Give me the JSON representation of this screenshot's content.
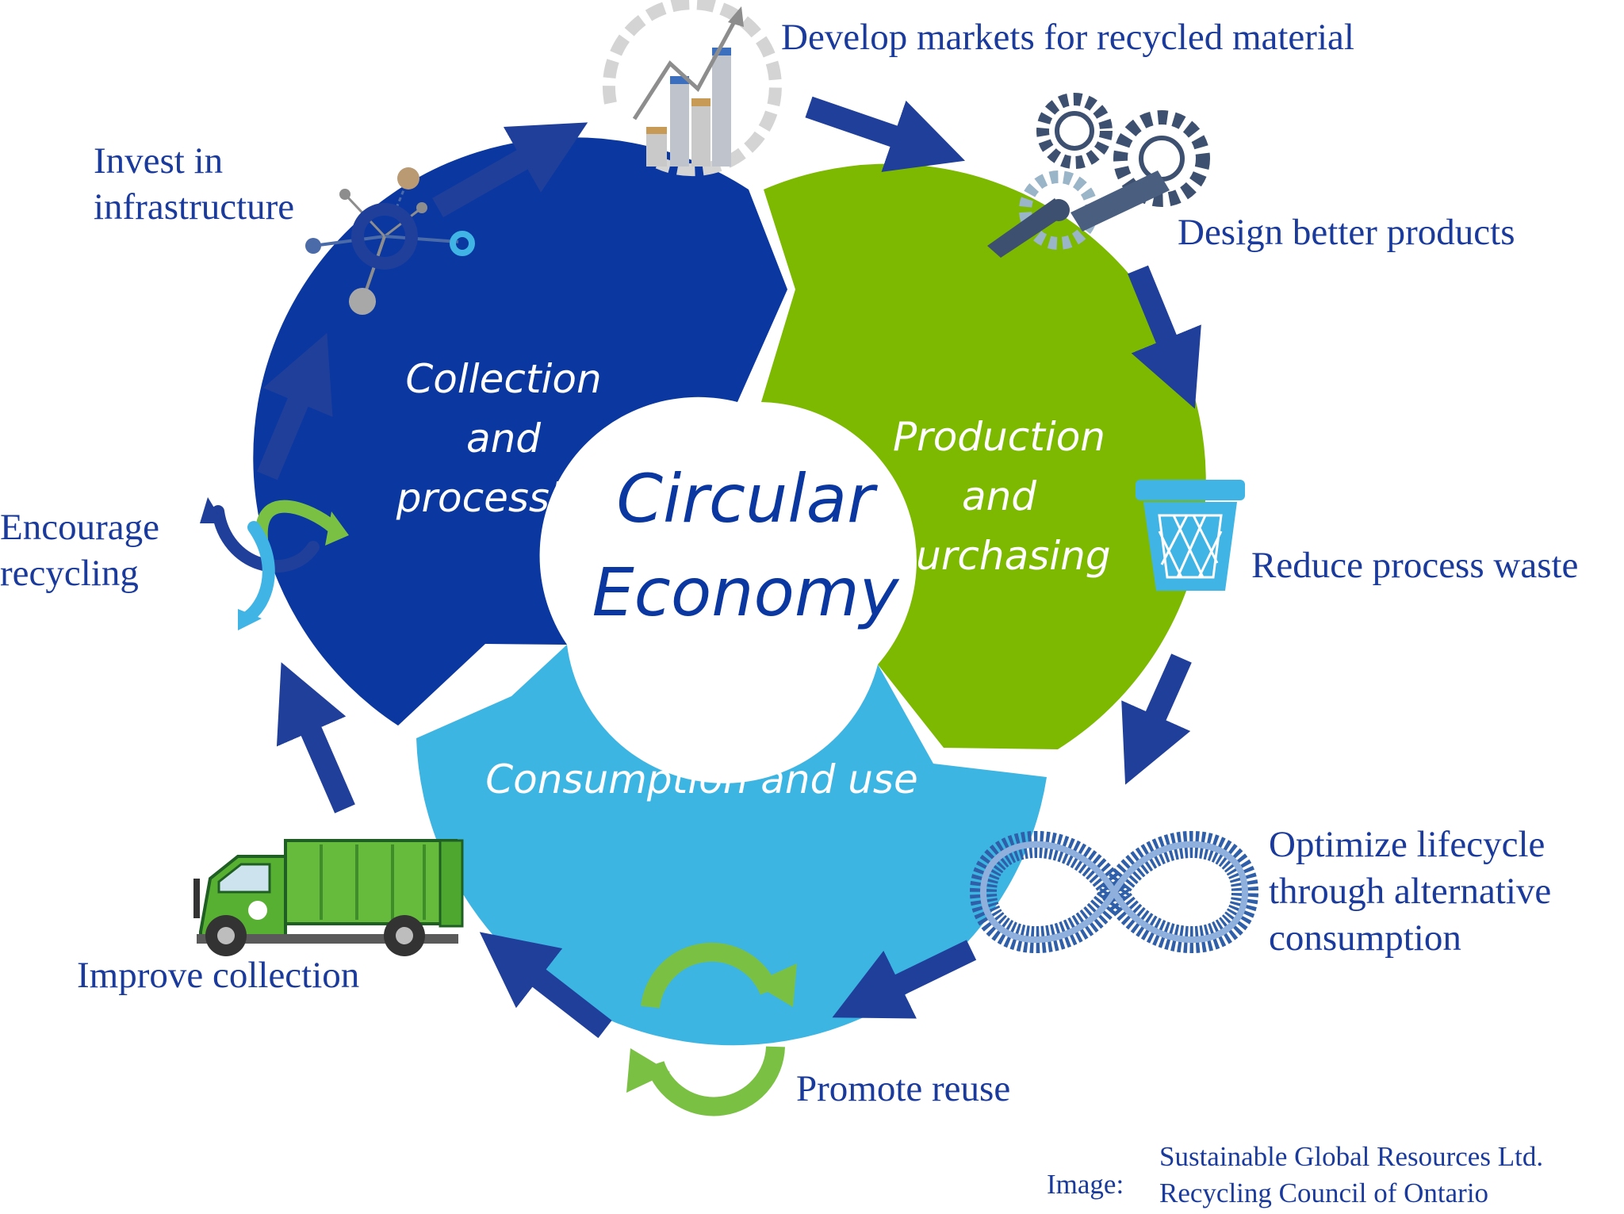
{
  "center": {
    "line1": "Circular",
    "line2": "Economy"
  },
  "segments": {
    "collection": {
      "line1": "Collection",
      "line2": "and",
      "line3": "processing"
    },
    "production": {
      "line1": "Production",
      "line2": "and",
      "line3": "purchasing"
    },
    "consumption": {
      "line1": "Consumption and use"
    }
  },
  "steps": {
    "develop_markets": "Develop markets for recycled material",
    "design_products": "Design better products",
    "reduce_waste": "Reduce process waste",
    "optimize": {
      "line1": "Optimize lifecycle",
      "line2": "through alternative",
      "line3": "consumption"
    },
    "promote_reuse": "Promote reuse",
    "improve_collection": "Improve collection",
    "encourage": {
      "line1": "Encourage",
      "line2": "recycling"
    },
    "invest": {
      "line1": "Invest in",
      "line2": "infrastructure"
    }
  },
  "credit": {
    "prefix": "Image:",
    "line1": "Sustainable Global Resources Ltd.",
    "line2": "Recycling Council of Ontario"
  },
  "colors": {
    "text_blue": "#1a3a9c",
    "arrow_blue": "#1f3f9a",
    "segment_dark_blue": "#0a37a0",
    "segment_green": "#7cb900",
    "segment_light_blue": "#3db5e3",
    "recycle_green": "#7ac143",
    "bin_cyan": "#3fb4e5"
  },
  "icons": {
    "develop_markets": "bar-chart-growth-icon",
    "design_products": "gears-wrench-icon",
    "reduce_waste": "waste-bin-icon",
    "optimize": "infinity-icon",
    "promote_reuse": "reuse-circle-icon",
    "improve_collection": "garbage-truck-icon",
    "encourage": "recycling-arrows-icon",
    "invest": "network-hub-icon"
  }
}
